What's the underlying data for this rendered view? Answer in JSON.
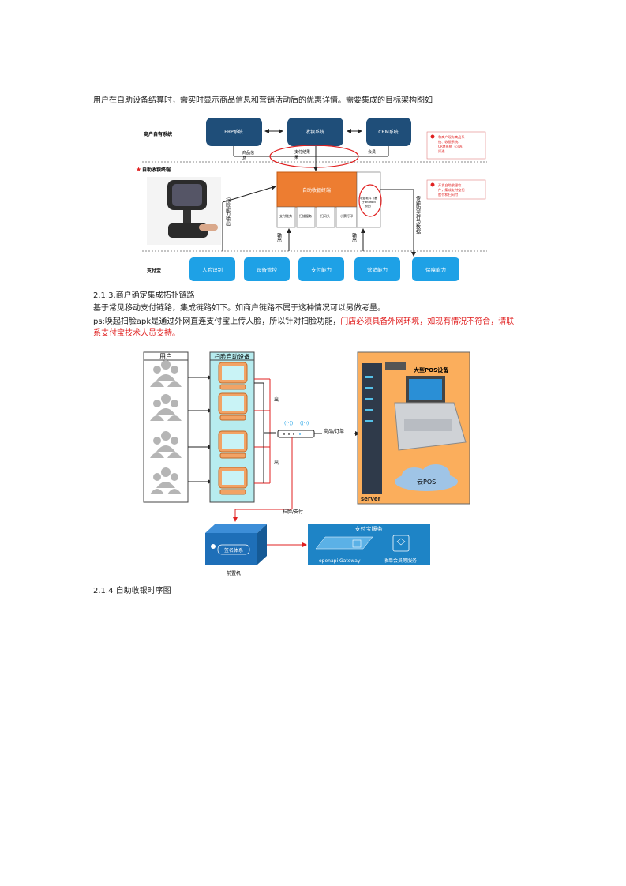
{
  "intro_text": "用户在自助设备结算时，需实时显示商品信息和营销活动后的优惠详情。需要集成的目标架构图如",
  "arch": {
    "row_merchant": "商户自有系统",
    "row_terminal": "自助收银终端",
    "row_alipay": "支付宝",
    "erp": "ERP系统",
    "cashier_system": "收银系统",
    "crm": "CRM系统",
    "goods_info_a": "商品信",
    "goods_info_b": "息",
    "pay_result_a": "支付结果",
    "pay_result_b": "果",
    "member": "会员",
    "terminal_main": "自助收银终端",
    "sub_boxes": [
      "支付能力",
      "扫描服务",
      "扫码头",
      "小票打印"
    ],
    "cashier_software": "收银软件（基于android系统）",
    "scan_output": "扫脸能力输出",
    "output_left": "输出",
    "output_right": "输出",
    "transfer_data": "传输购买行为数据",
    "note1": "和商户现有商品系统、收银系统、CRM系统（可选）打通",
    "note2": "开发自助收银软件，集成支付宝扫脸付和扫码付",
    "capabilities": [
      "人脸识别",
      "设备管控",
      "支付能力",
      "营销能力",
      "保障能力"
    ]
  },
  "section_213_title": "2.1.3.商户确定集成拓扑链路",
  "section_213_line1": "基于常见移动支付链路，集成链路如下。如商户链路不属于这种情况可以另做考量。",
  "section_213_line2_a": "ps:唤起扫脸apk是通过外网直连支付宝上传人脸，所以针对扫脸功能，",
  "section_213_line2_red": "门店必须具备外网环境，如现有情况不符合，请联",
  "section_213_line3_red": "系支付宝技术人员支持。",
  "topo": {
    "users_label": "用户",
    "devices_label": "扫脸自助设备",
    "exit_label": "出",
    "goods_order": "商品/订单",
    "pos_title": "大型POS设备",
    "server_label": "server",
    "cloud_pos": "云POS",
    "scan_pay": "扫脸/支付",
    "front_machine": "前置机",
    "signing_system": "签名体系",
    "alipay_service": "支付宝服务",
    "gateway": "openapi Gateway",
    "payment_service": "收单会员等服务"
  },
  "section_214_title": "2.1.4 自助收银时序图"
}
